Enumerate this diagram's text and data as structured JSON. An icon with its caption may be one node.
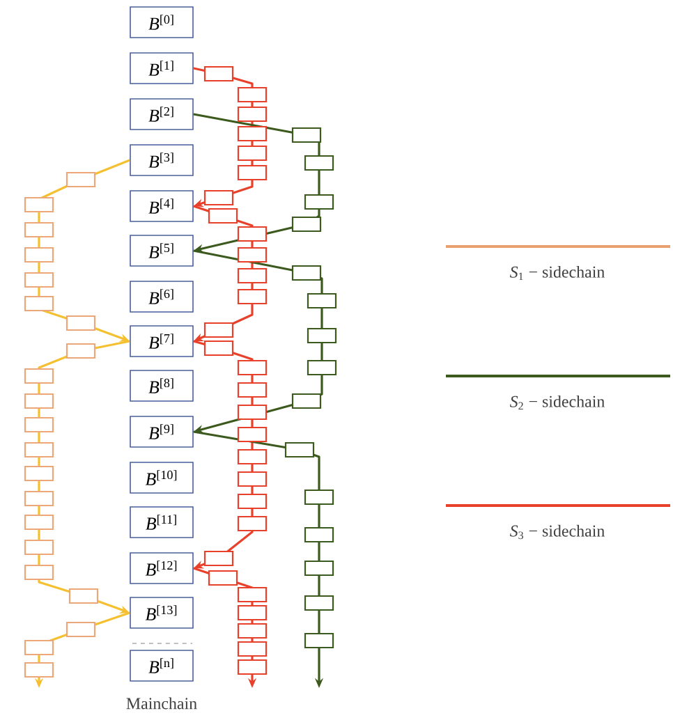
{
  "diagram": {
    "nodes": [
      {
        "text": [
          "*B*$^{[0]}$"
        ]
      },
      {
        "text": [
          "*B*$^{[1]}$"
        ]
      },
      {
        "text": [
          "*B*$^{[2]}$"
        ]
      },
      {
        "text": [
          "*B*$^{[3]}$"
        ]
      },
      {
        "text": [
          "*B*$^{[4]}$"
        ]
      },
      {
        "text": [
          "*B*$^{[5]}$"
        ]
      },
      {
        "text": [
          "*B*$^{[6]}$"
        ]
      },
      {
        "text": [
          "*B*$^{[7]}$"
        ]
      },
      {
        "text": [
          "*B*$^{[8]}$"
        ]
      },
      {
        "text": [
          "*B*$^{[9]}$"
        ]
      },
      {
        "text": [
          "*B*$^{[10]}$"
        ]
      },
      {
        "text": [
          "*B*$^{[11]}$"
        ]
      },
      {
        "text": [
          "*B*$^{[12]}$"
        ]
      },
      {
        "text": [
          "*B*$^{[13]}$"
        ]
      },
      {
        "text": [
          "*B*$^{[n]}$"
        ]
      }
    ],
    "edges": [
      {
        "from": 1,
        "to": 4,
        "arrow": "to",
        "color": "#e8402a"
      },
      {
        "from": 4,
        "to": 7,
        "arrow": "to",
        "color": "#e8402a"
      },
      {
        "from": 7,
        "to": 12,
        "arrow": "to",
        "color": "#e8402a"
      },
      {
        "from": 12,
        "to": null,
        "arrow": "to",
        "color": "#e8402a"
      },
      {
        "from": 2,
        "to": 5,
        "arrow": "to",
        "color": "#3d5a1e"
      },
      {
        "from": 5,
        "to": 9,
        "arrow": "to",
        "color": "#3d5a1e"
      },
      {
        "from": 9,
        "to": null,
        "arrow": "to",
        "color": "#3d5a1e"
      },
      {
        "from": 3,
        "to": 7,
        "arrow": "to",
        "color": "#f5c030"
      },
      {
        "from": 7,
        "to": 13,
        "arrow": "to",
        "color": "#f5c030"
      },
      {
        "from": 13,
        "to": null,
        "arrow": "to",
        "color": "#f5c030"
      }
    ],
    "labels": [
      "Mainchain"
    ],
    "legend": [
      {
        "text": "*S*$_{1}$ − sidechain"
      },
      {
        "text": "*S*$_{2}$ − sidechain"
      },
      {
        "text": "*S*$_{3}$ − sidechain"
      }
    ]
  }
}
